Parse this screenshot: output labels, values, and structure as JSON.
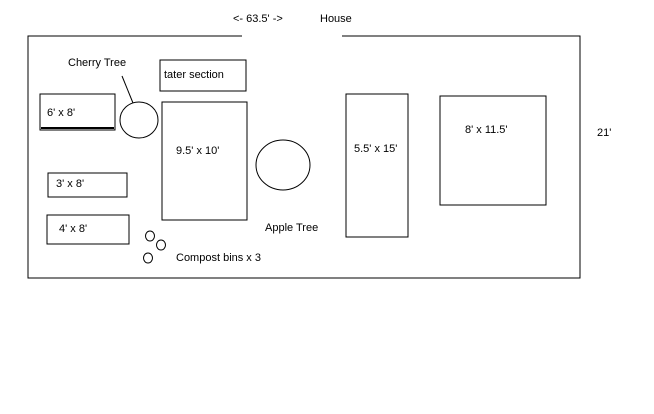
{
  "labels": {
    "width_dim": "<- 63.5' ->",
    "house": "House",
    "height_dim": "21'",
    "cherry_tree": "Cherry Tree",
    "tater_section": "tater section",
    "bed_6x8": "6' x 8'",
    "bed_3x8": "3' x 8'",
    "bed_4x8": "4' x 8'",
    "bed_9_5x10": "9.5' x 10'",
    "apple_tree": "Apple Tree",
    "compost_bins": "Compost bins x 3",
    "bed_5_5x15": "5.5' x 15'",
    "bed_8x11_5": "8' x 11.5'"
  }
}
